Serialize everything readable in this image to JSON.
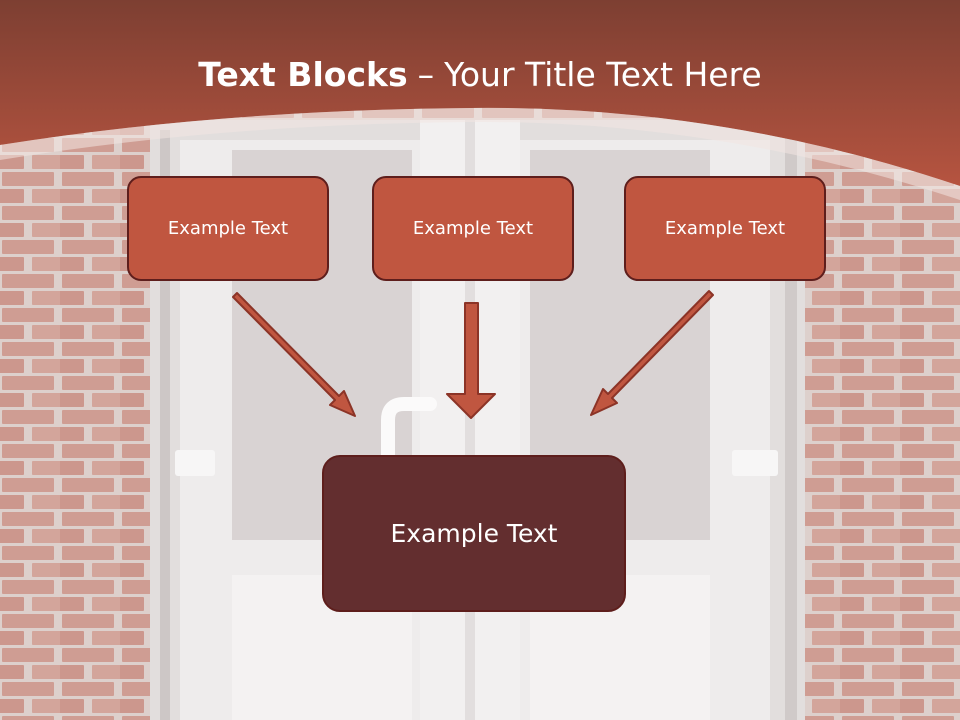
{
  "title": {
    "bold": "Text Blocks",
    "dash": "–",
    "rest": "Your Title Text Here"
  },
  "blocks": [
    {
      "label": "Example Text"
    },
    {
      "label": "Example Text"
    },
    {
      "label": "Example Text"
    }
  ],
  "target": {
    "label": "Example Text"
  },
  "colors": {
    "header": "#b24f3c",
    "box": "#c05640",
    "box_border": "#5e1e1c",
    "target_box": "#632e2f",
    "arrow": "#c05640"
  }
}
